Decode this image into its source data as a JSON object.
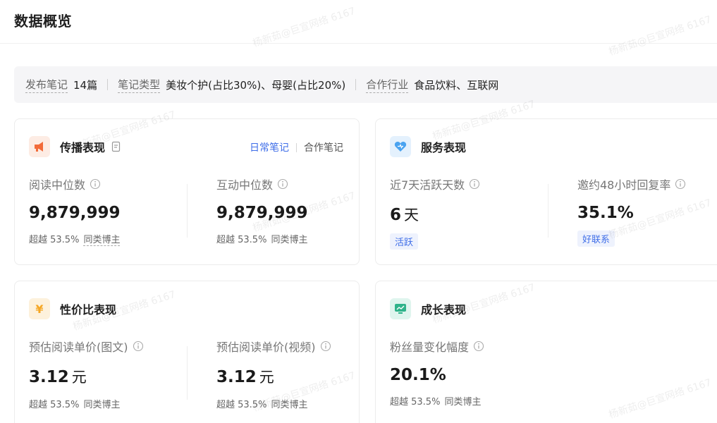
{
  "page": {
    "title": "数据概览"
  },
  "summary": {
    "items": [
      {
        "label": "发布笔记",
        "value": "14篇"
      },
      {
        "label": "笔记类型",
        "value": "美妆个护(占比30%)、母婴(占比20%)"
      },
      {
        "label": "合作行业",
        "value": "食品饮料、互联网"
      }
    ]
  },
  "cards": {
    "spread": {
      "title": "传播表现",
      "tabs": [
        "日常笔记",
        "合作笔记"
      ],
      "metrics": [
        {
          "label": "阅读中位数",
          "value": "9,879,999",
          "compare": "超越 53.5%",
          "peer": "同类博主"
        },
        {
          "label": "互动中位数",
          "value": "9,879,999",
          "compare": "超越 53.5%",
          "peer": "同类博主"
        }
      ]
    },
    "service": {
      "title": "服务表现",
      "metrics": [
        {
          "label": "近7天活跃天数",
          "value": "6",
          "unit": "天",
          "badge": "活跃"
        },
        {
          "label": "邀约48小时回复率",
          "value": "35.1%",
          "badge": "好联系"
        }
      ]
    },
    "value": {
      "title": "性价比表现",
      "metrics": [
        {
          "label": "预估阅读单价(图文)",
          "value": "3.12",
          "unit": "元",
          "compare": "超越 53.5%",
          "peer": "同类博主"
        },
        {
          "label": "预估阅读单价(视频)",
          "value": "3.12",
          "unit": "元",
          "compare": "超越 53.5%",
          "peer": "同类博主"
        }
      ]
    },
    "growth": {
      "title": "成长表现",
      "metrics": [
        {
          "label": "粉丝量变化幅度",
          "value": "20.1%",
          "compare": "超越 53.5%",
          "peer": "同类博主"
        }
      ]
    }
  },
  "colors": {
    "accent": "#3f6ee8",
    "spread_icon": "#f26b3a",
    "service_icon": "#4aa3f0",
    "value_icon": "#f5a623",
    "growth_icon": "#2fb38a"
  },
  "watermark": {
    "text": "杨新茹@巨宣网络 6167"
  }
}
